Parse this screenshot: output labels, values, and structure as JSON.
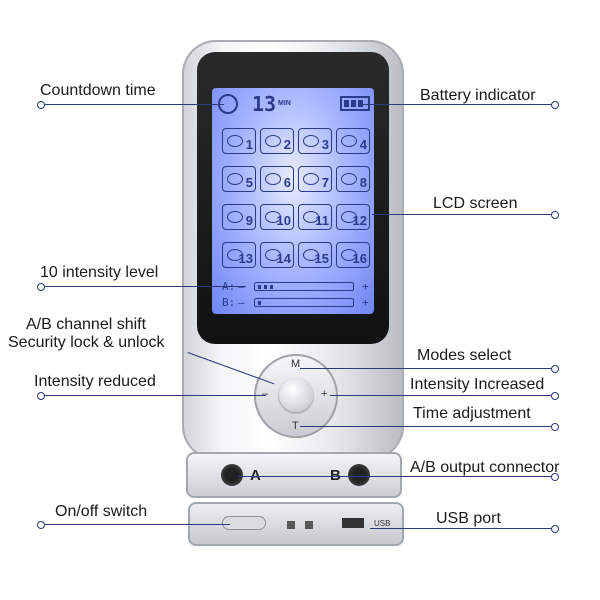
{
  "callouts": {
    "countdown_time": "Countdown time",
    "battery_indicator": "Battery indicator",
    "lcd_screen": "LCD screen",
    "intensity_level": "10 intensity level",
    "ab_channel_shift": "A/B channel shift",
    "security_lock": "Security lock & unlock",
    "modes_select": "Modes select",
    "intensity_reduced": "Intensity reduced",
    "intensity_increased": "Intensity Increased",
    "time_adjustment": "Time adjustment",
    "ab_output_connector": "A/B output connector",
    "onoff_switch": "On/off switch",
    "usb_port": "USB port"
  },
  "lcd": {
    "timer_value": "13",
    "timer_unit": "MIN",
    "modes": [
      "1",
      "2",
      "3",
      "4",
      "5",
      "6",
      "7",
      "8",
      "9",
      "10",
      "11",
      "12",
      "13",
      "14",
      "15",
      "16"
    ],
    "channel_a": "A:",
    "channel_b": "B:",
    "minus": "–",
    "plus": "+"
  },
  "buttons": {
    "mode": "M",
    "minus": "–",
    "plus": "+",
    "time": "T"
  },
  "connector": {
    "a_label": "A",
    "b_label": "B"
  },
  "base": {
    "usb_label": "USB"
  }
}
